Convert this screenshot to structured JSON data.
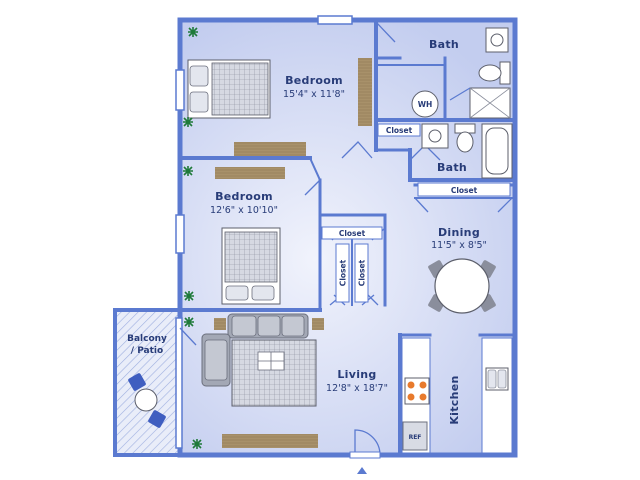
{
  "colors": {
    "wall": "#5b7ad0",
    "floor": "#c9d2f0",
    "floor_light": "#eef0fb",
    "text": "#283c78",
    "wood": "#a08a60",
    "plant": "#1f7a3a",
    "sofa": "#9aa0ae"
  },
  "rooms": {
    "bedroom1": {
      "name": "Bedroom",
      "dims": "15'4\" x 11'8\""
    },
    "bedroom2": {
      "name": "Bedroom",
      "dims": "12'6\" x 10'10\""
    },
    "bath1": {
      "name": "Bath"
    },
    "bath2": {
      "name": "Bath"
    },
    "dining": {
      "name": "Dining",
      "dims": "11'5\" x 8'5\""
    },
    "living": {
      "name": "Living",
      "dims": "12'8\" x 18'7\""
    },
    "kitchen": {
      "name": "Kitchen"
    },
    "balcony": {
      "line1": "Balcony",
      "line2": "/ Patio"
    }
  },
  "fixtures": {
    "wh": "WH",
    "ref": "REF",
    "closet_bath": "Closet",
    "closet_dining": "Closet",
    "closet_hall_top": "Closet",
    "closet_hall_v1": "Closet",
    "closet_hall_v2": "Closet"
  },
  "icons": [
    "plant-icon",
    "bed-icon",
    "sofa-icon",
    "dining-table-icon",
    "stove-icon",
    "sink-icon",
    "toilet-icon",
    "bathtub-icon",
    "shower-icon",
    "entry-arrow-icon"
  ]
}
